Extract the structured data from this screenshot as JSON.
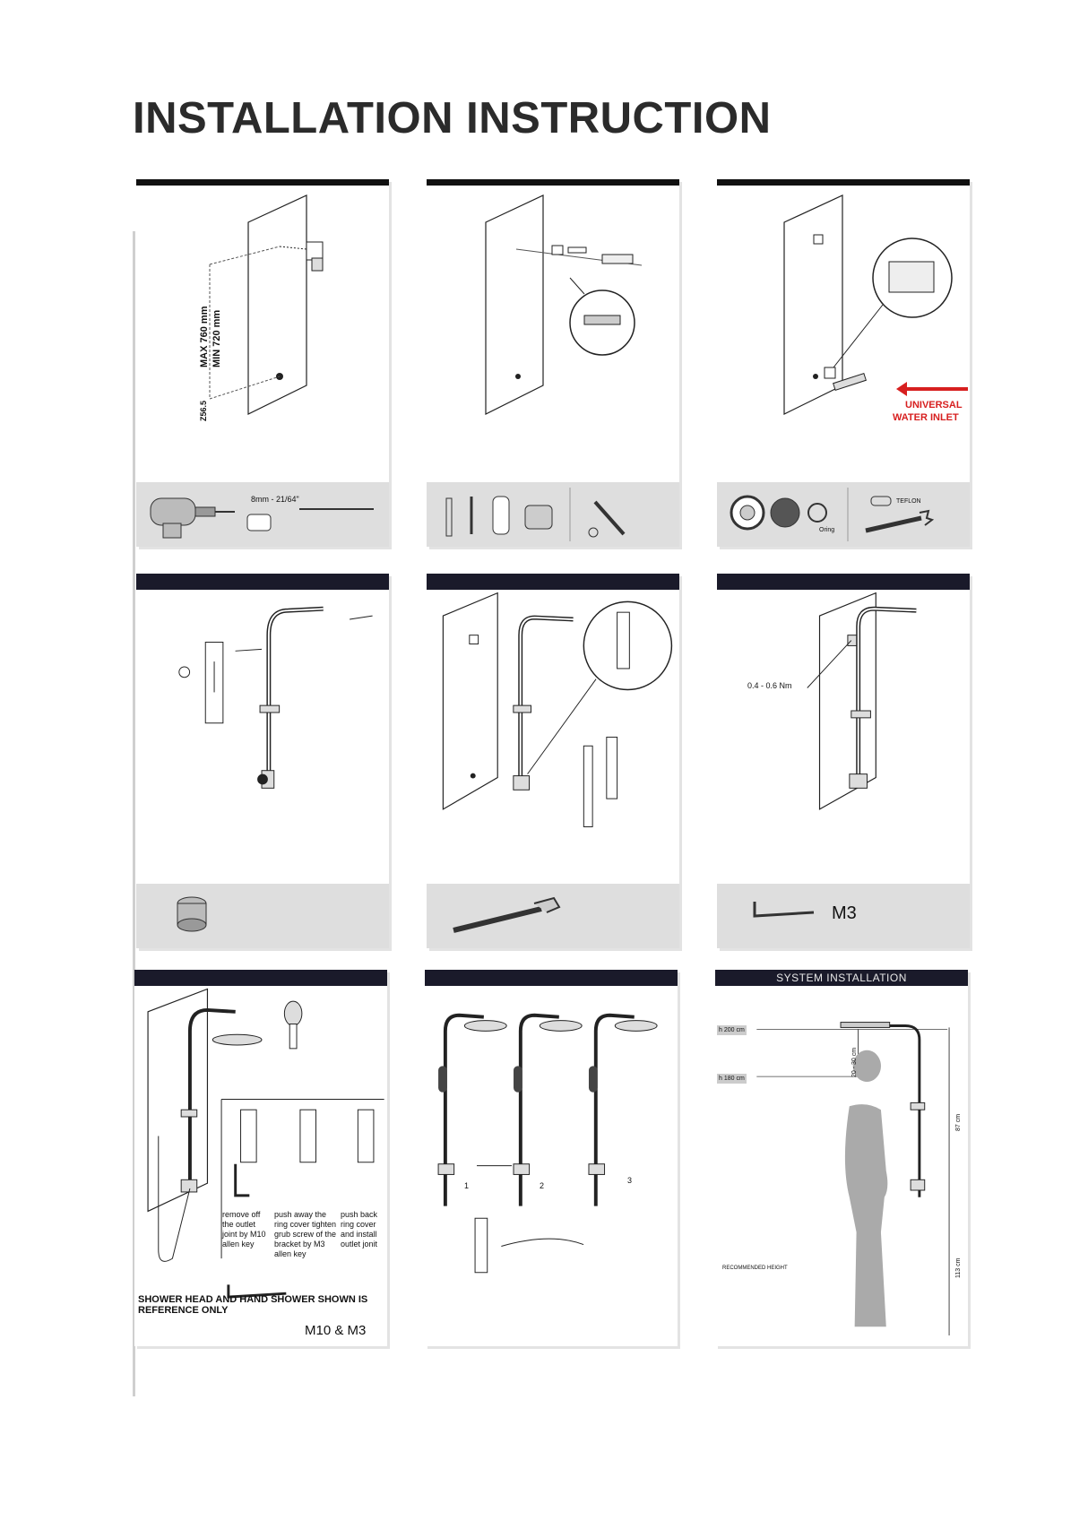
{
  "title": "INSTALLATION INSTRUCTION",
  "panels": {
    "p1": {
      "dim_max": "MAX 760 mm",
      "dim_min": "MIN 720 mm",
      "dim_side": "Z56.5",
      "drill": "8mm - 21/64\""
    },
    "p3": {
      "inlet_line1": "UNIVERSAL",
      "inlet_line2": "WATER INLET",
      "oring": "Oring",
      "teflon": "TEFLON"
    },
    "p6": {
      "torque": "0.4 - 0.6 Nm",
      "key": "M3"
    },
    "p7": {
      "step1": "remove off the outlet joint by M10 allen key",
      "step2": "push away the ring cover tighten grub screw of the bracket by M3 allen key",
      "step3": "push back ring cover and install outlet jonit",
      "note": "SHOWER HEAD AND HAND SHOWER SHOWN IS REFERENCE ONLY",
      "keys": "M10 & M3"
    },
    "p8": {
      "n1": "1",
      "n2": "2",
      "n3": "3"
    },
    "p9": {
      "header": "SYSTEM INSTALLATION",
      "h200": "h 200 cm",
      "h180": "h 180 cm",
      "d2030": "20 - 30 cm",
      "d87": "87 cm",
      "d113": "113 cm",
      "recommended": "RECOMMENDED HEIGHT"
    }
  }
}
